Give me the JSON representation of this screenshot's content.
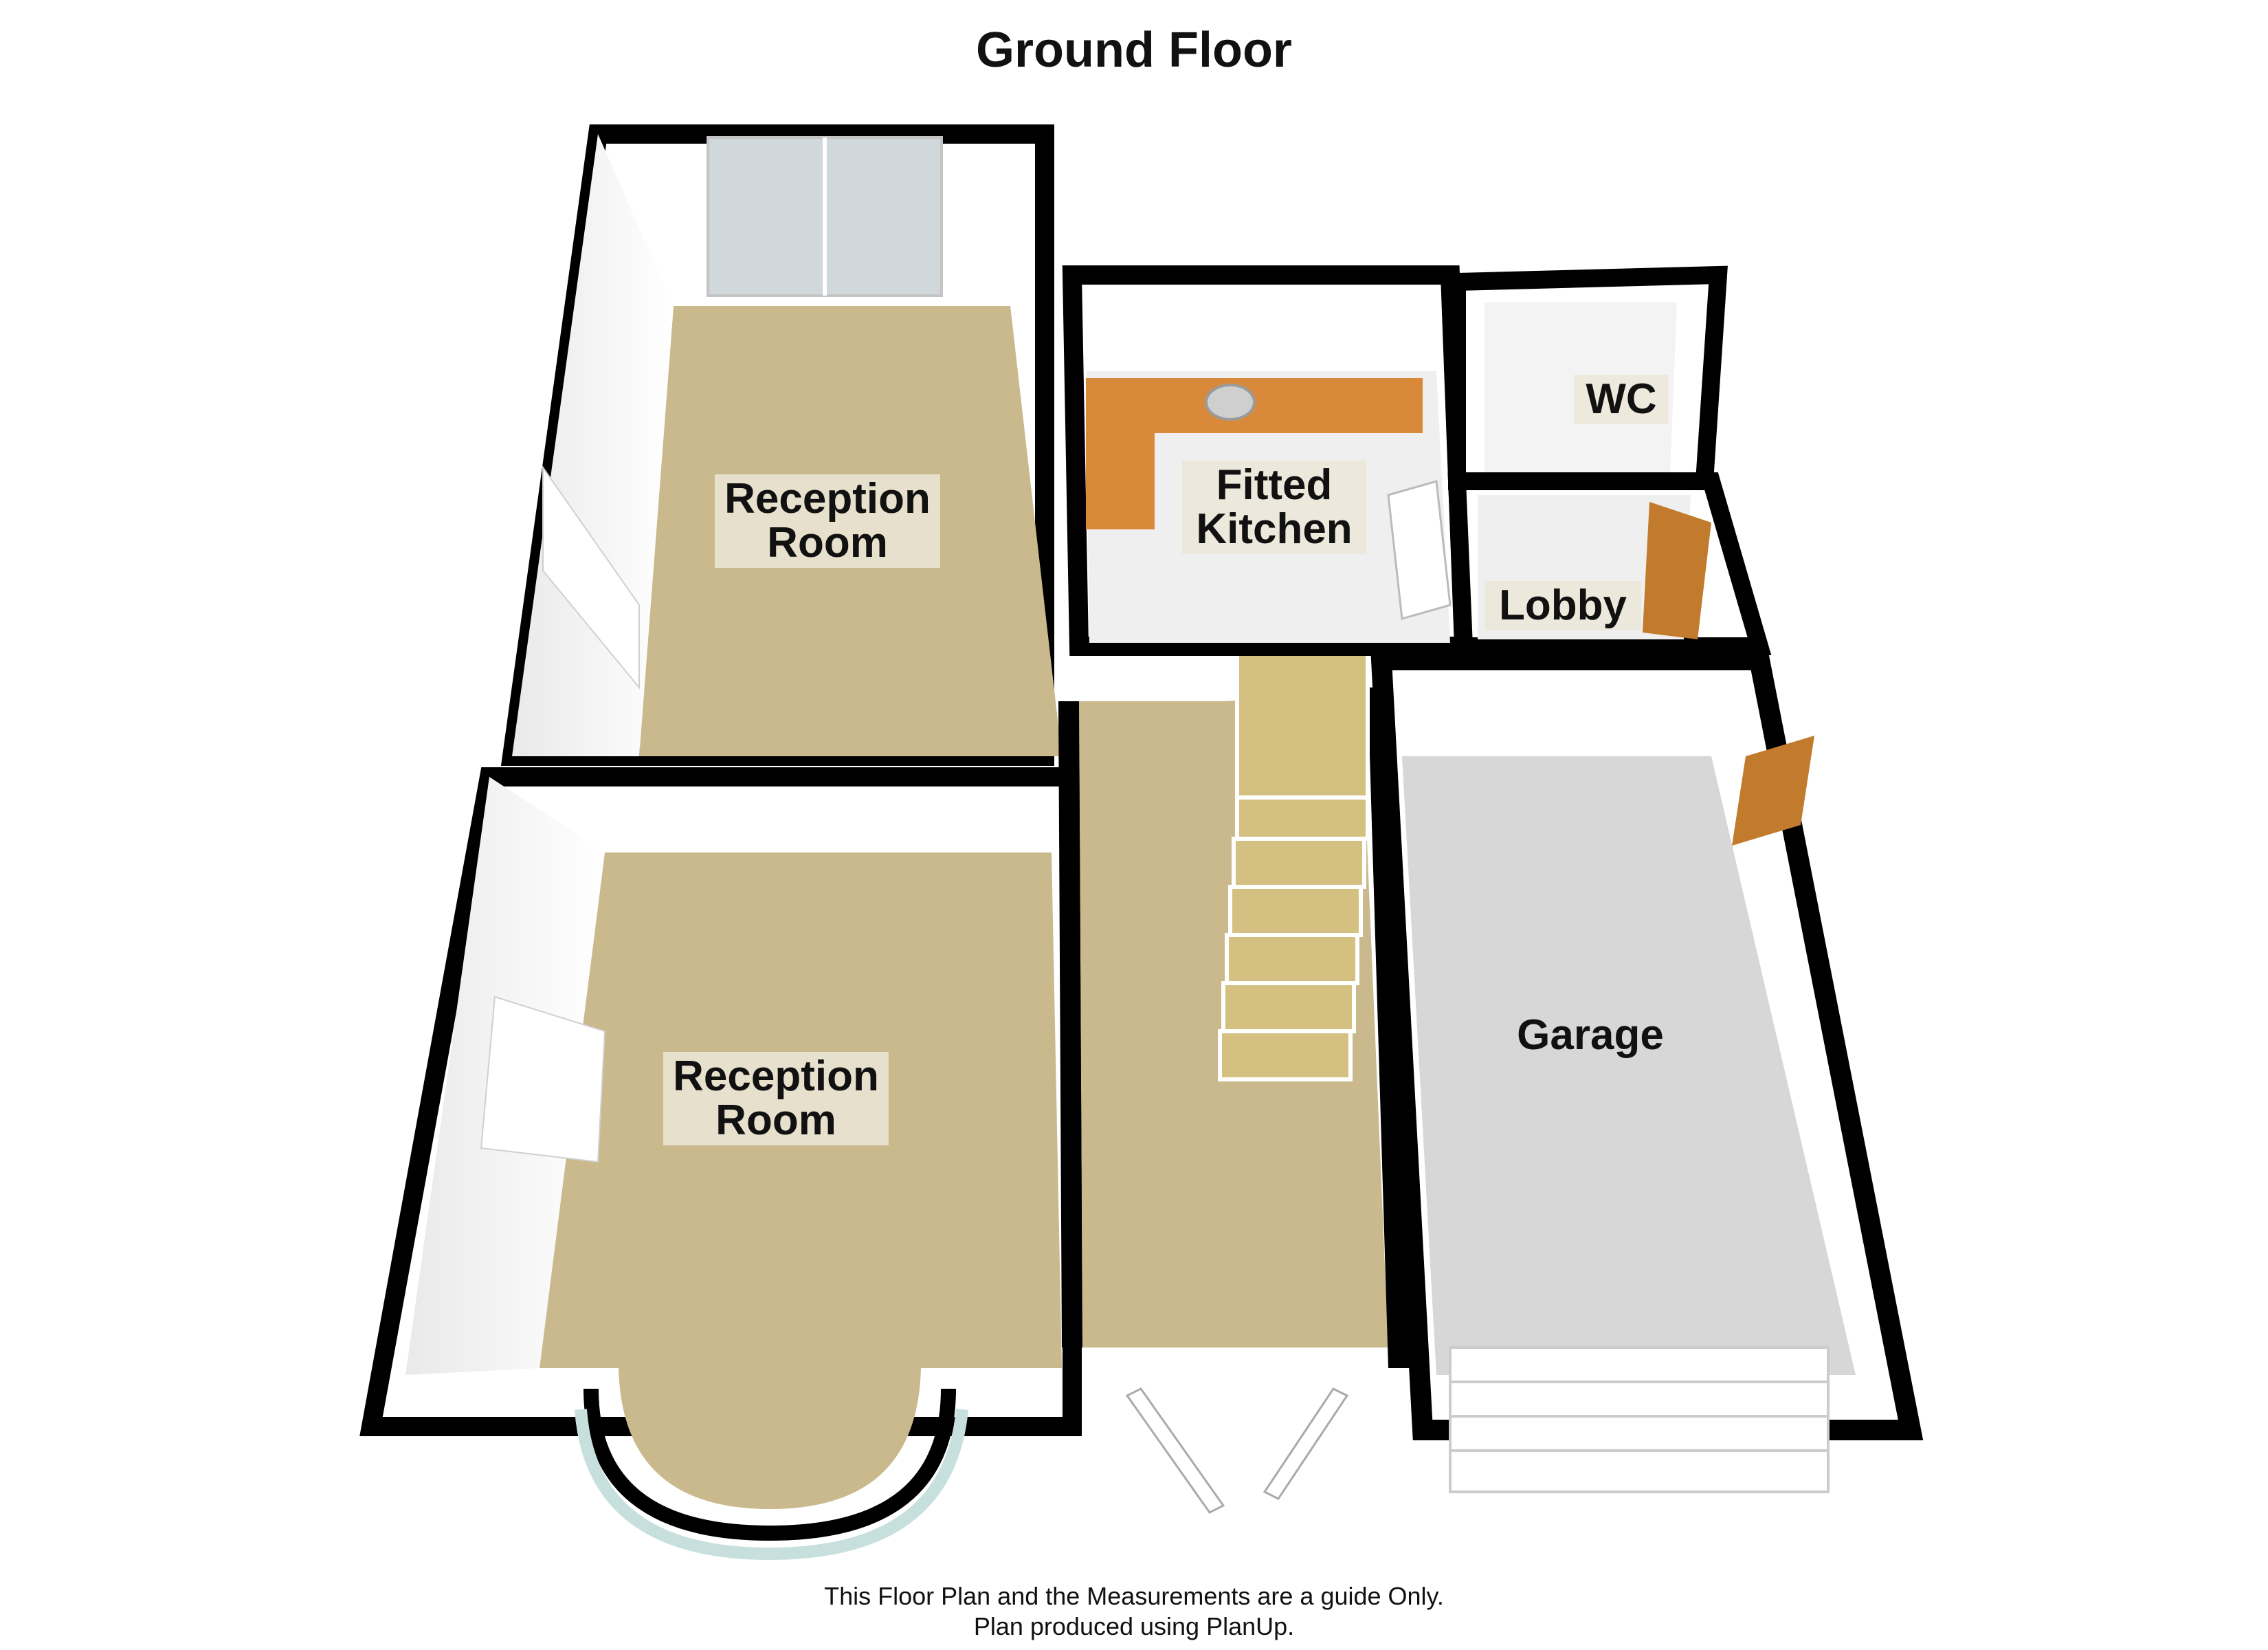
{
  "title": "Ground Floor",
  "rooms": {
    "reception_top": "Reception Room",
    "reception_bottom": "Reception Room",
    "kitchen": "Fitted Kitchen",
    "wc": "WC",
    "lobby": "Lobby",
    "garage": "Garage"
  },
  "footer": {
    "line1": "This Floor Plan and the Measurements are a guide Only.",
    "line2": "Plan produced using PlanUp."
  },
  "colors": {
    "wall": "#000000",
    "carpet": "#c9b98c",
    "garage_floor": "#d7d7d7",
    "kitchen_worktop": "#d88a3a",
    "door_wood": "#c27a2c",
    "inner_wall": "#f4f4f4"
  }
}
